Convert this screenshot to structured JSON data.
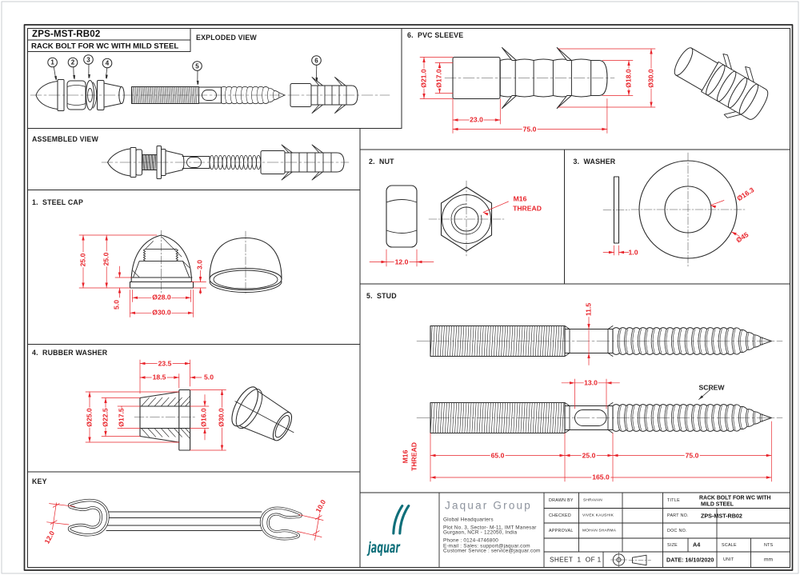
{
  "colors": {
    "line": "#2a2a2a",
    "dimension": "#e8232a",
    "brand_teal": "#0f6f7a",
    "company_gray": "#8d939d"
  },
  "title_box": {
    "code": "ZPS-MST-RB02",
    "name": "RACK BOLT FOR WC WITH MILD STEEL"
  },
  "exploded": {
    "label": "EXPLODED VIEW",
    "balloons": [
      "1",
      "2",
      "3",
      "4",
      "5",
      "6"
    ]
  },
  "pvc": {
    "label": "6.  PVC SLEEVE",
    "dia_outer_head": "Ø21.0",
    "dia_inner_head": "Ø17.0",
    "dia_body": "Ø18.0",
    "dia_fins": "Ø30.0",
    "len_head": "23.0",
    "len_total": "75.0"
  },
  "assembled": {
    "label": "ASSEMBLED VIEW"
  },
  "nut": {
    "label": "2.  NUT",
    "width": "12.0",
    "thread_note_line1": "M16",
    "thread_note_line2": "THREAD"
  },
  "washer": {
    "label": "3.  WASHER",
    "thickness": "1.0",
    "dia_inner": "Ø16.3",
    "dia_outer": "Ø45"
  },
  "steel_cap": {
    "label": "1.  STEEL CAP",
    "height_outer": "25.0",
    "height_inner": "25.0",
    "flange_step": "3.0",
    "flange_height": "5.0",
    "dia_inner": "Ø28.0",
    "dia_outer": "Ø30.0"
  },
  "rubber_washer": {
    "label": "4.  RUBBER WASHER",
    "len_total": "23.5",
    "len_body": "18.5",
    "len_flange": "5.0",
    "dia_body_large": "Ø25.0",
    "dia_body_small": "Ø22.5",
    "dia_bore": "Ø17.5",
    "dia_flange_bore": "Ø16.0",
    "dia_flange": "Ø30.0"
  },
  "stud": {
    "label": "5.  STUD",
    "neck_dia": "11.5",
    "slot_len": "13.0",
    "screw_note": "SCREW",
    "thread_note_line1": "M16",
    "thread_note_line2": "THREAD",
    "len_m16": "65.0",
    "len_middle": "25.0",
    "len_screw": "75.0",
    "len_total": "165.0"
  },
  "key": {
    "label": "KEY",
    "jaw_left": "12.0",
    "jaw_right": "10.0"
  },
  "title_block": {
    "logo_text": "jaquar",
    "company": "Jaquar Group",
    "address_lines": [
      "Global Headquarters",
      "Plot No. 3, Sector- M-11, IMT Manesar",
      "Gurgaon, NCR - 122050, India",
      "Phone : 0124-4746800",
      "E-mail : Sales: support@jaquar.com",
      "Customer Service : service@jaquar.com"
    ],
    "drawn_by_label": "DRAWN BY",
    "drawn_by": "SHRAVAN",
    "checked_label": "CHECKED",
    "checked": "VIVEK KAUSHIK",
    "approval_label": "APPROVAL",
    "approval": "MOHAN SHARMA",
    "sheet_label": "SHEET  1  OF 1",
    "title_label": "TITLE",
    "title_lines": [
      "RACK BOLT FOR WC WITH",
      "MILD STEEL"
    ],
    "part_no_label": "PART NO.",
    "part_no": "ZPS-MST-RB02",
    "doc_no_label": "DOC NO.",
    "doc_no": "",
    "size_label": "SIZE",
    "size": "A4",
    "scale_label": "SCALE",
    "scale": "NTS",
    "date": "DATE: 16/10/2020",
    "unit_label": "UNIT",
    "unit": "mm"
  }
}
